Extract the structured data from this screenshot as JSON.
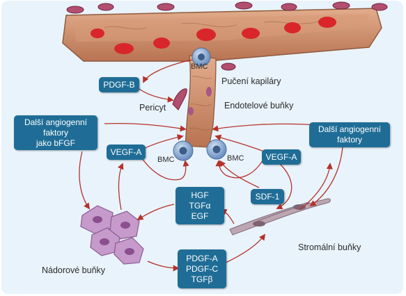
{
  "labels": {
    "bmc_top": "BMC",
    "sprouting": "Pučení kapiláry",
    "pericyte": "Pericyt",
    "endothelial": "Endotelové buňky",
    "bmc_left": "BMC",
    "bmc_right": "BMC",
    "tumor_cells": "Nádorové buňky",
    "stromal_cells": "Stromální buňky"
  },
  "boxes": {
    "pdgf_b": "PDGF-B",
    "other_factors_left": "Další angiogenní\nfaktory\njako bFGF",
    "vegf_a_left": "VEGF-A",
    "vegf_a_right": "VEGF-A",
    "other_factors_right": "Další angiogenní\nfaktory",
    "hgf_group": "HGF\nTGFα\nEGF",
    "sdf_1": "SDF-1",
    "pdgf_group": "PDGF-A\nPDGF-C\nTGFβ"
  },
  "colors": {
    "background": "#e9f3fb",
    "box": "#1f6d96",
    "arrow": "#b5312b",
    "vessel": "#c98a67",
    "red_cell": "#d8262b",
    "bmc": "#6f93c3",
    "tumor": "#b58ab9",
    "stromal": "#b9a6b0"
  }
}
